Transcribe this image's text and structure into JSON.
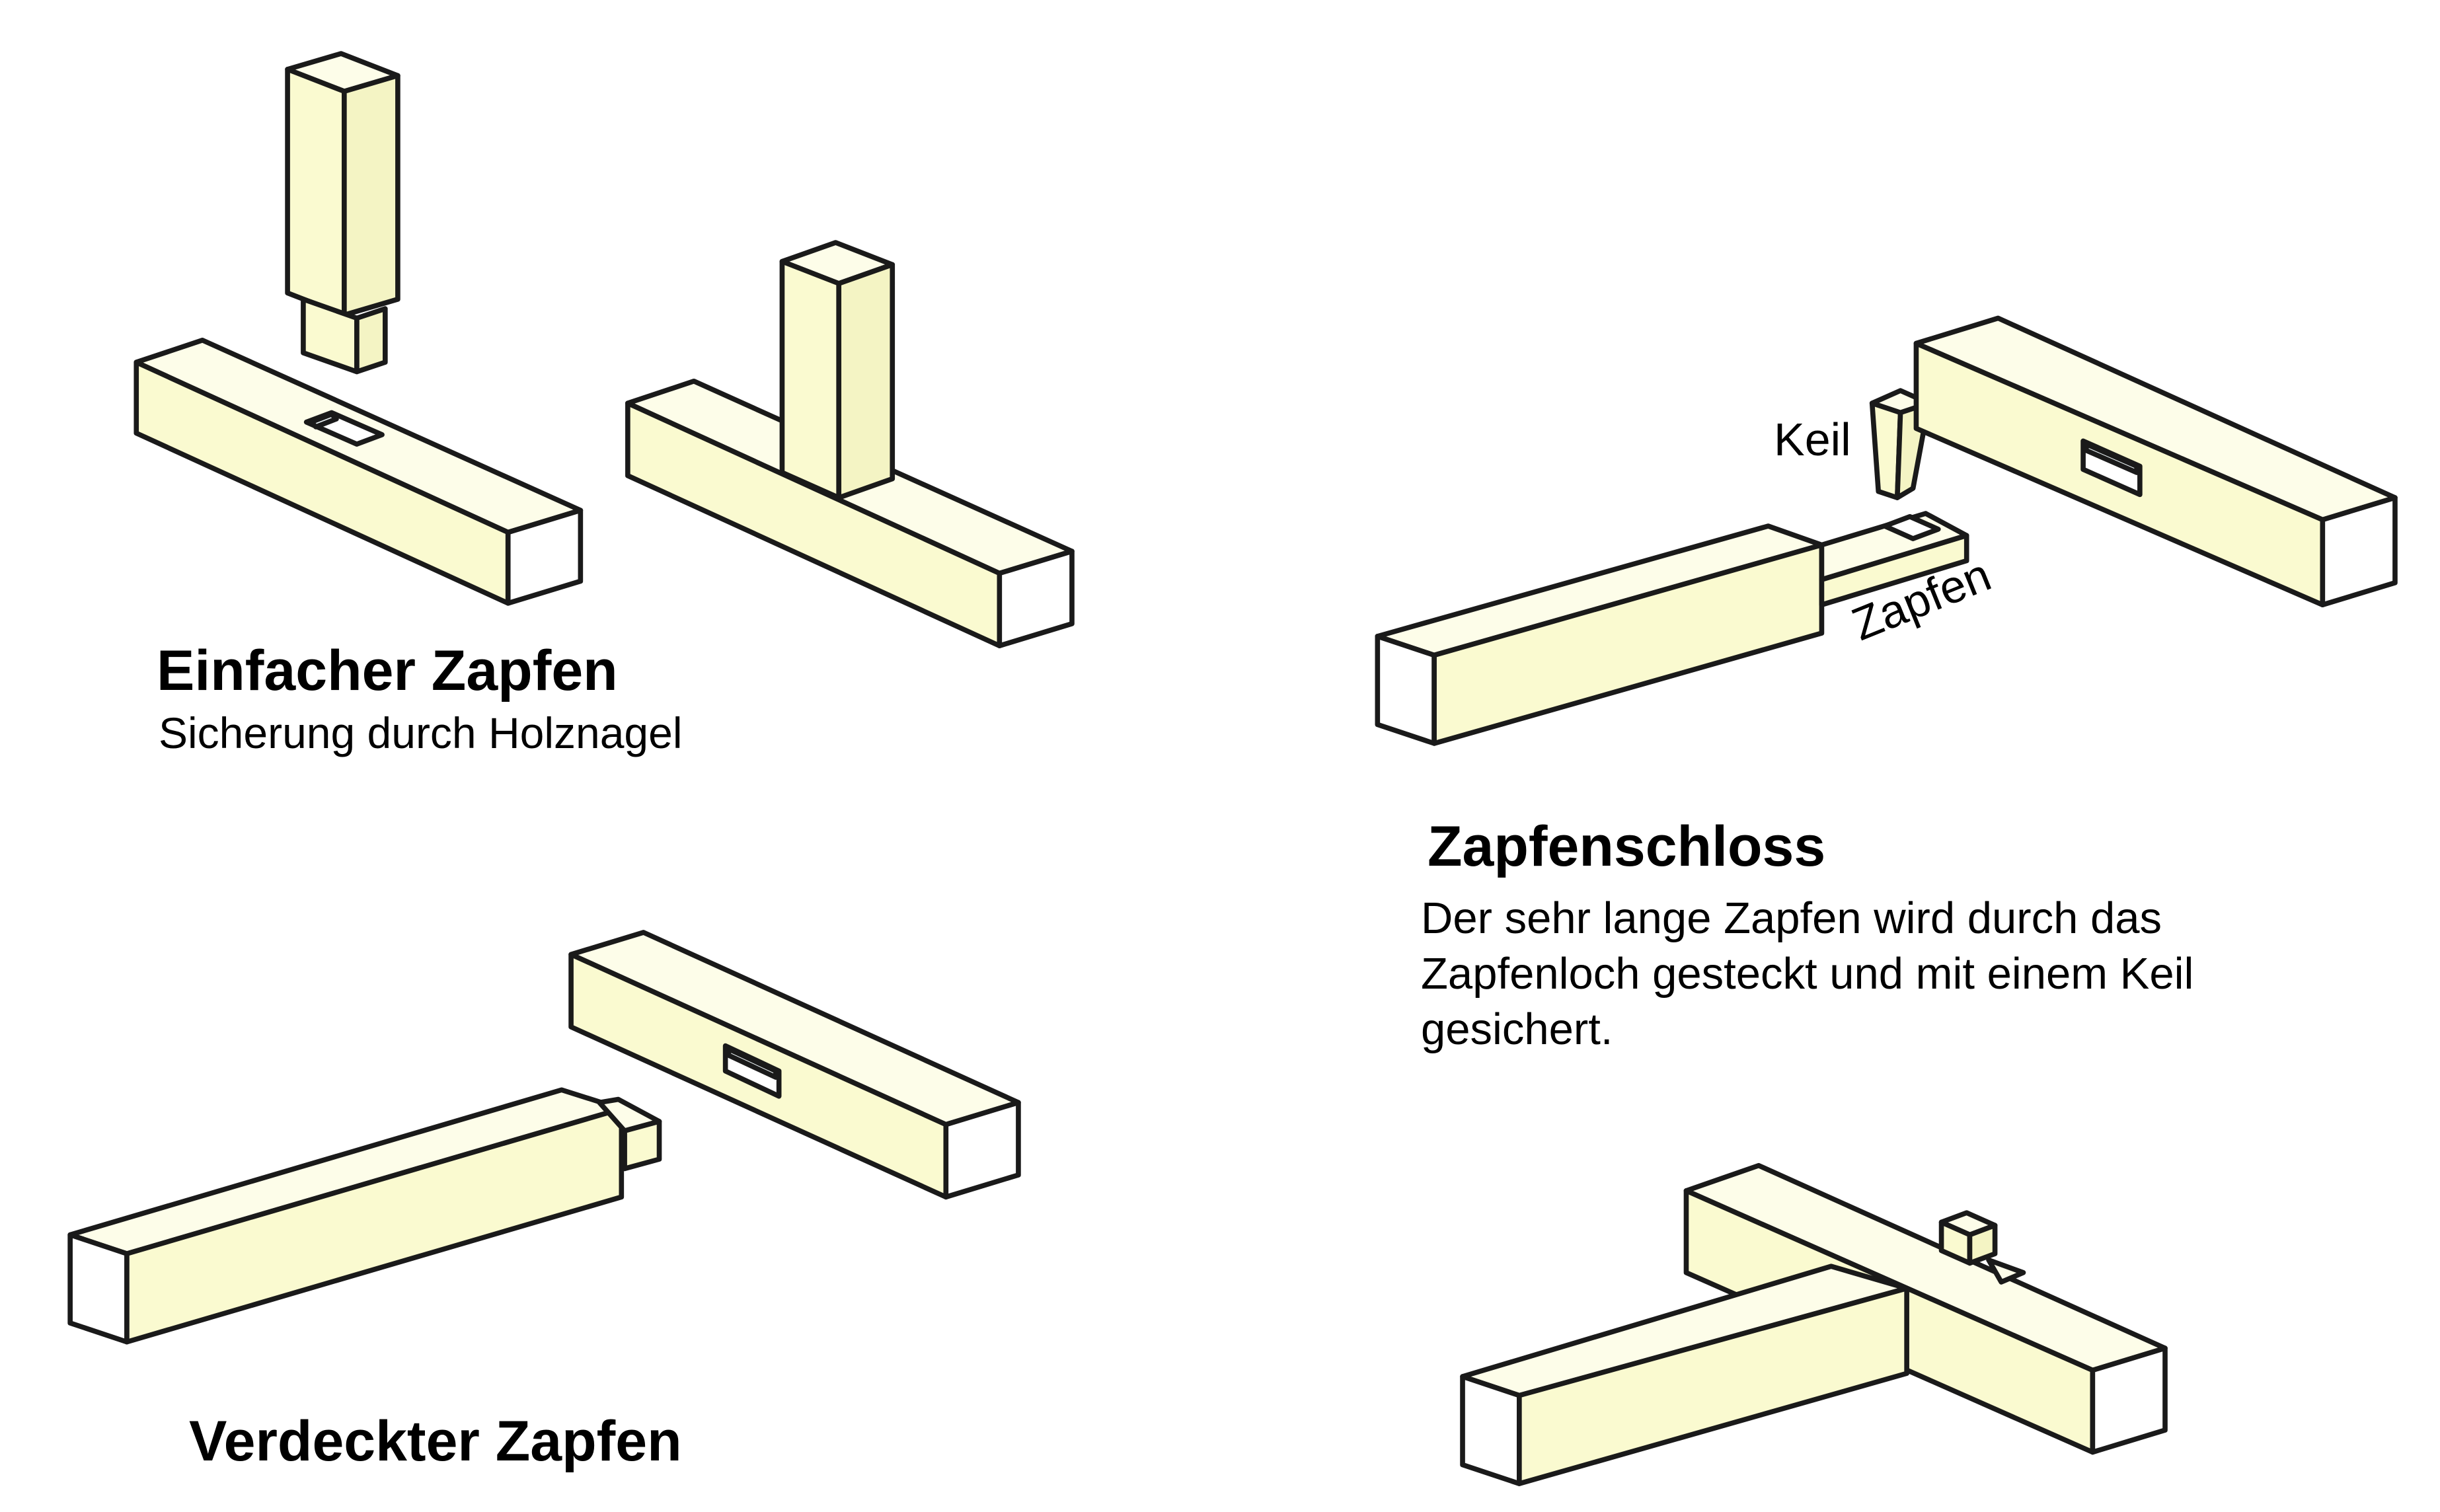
{
  "sections": {
    "einfacher": {
      "title": "Einfacher Zapfen",
      "subtitle": "Sicherung durch Holznagel"
    },
    "zapfenschloss": {
      "title": "Zapfenschloss",
      "description": "Der sehr lange Zapfen wird durch das Zapfenloch gesteckt und mit einem Keil gesichert.",
      "label_keil": "Keil",
      "label_zapfen": "Zapfen"
    },
    "verdeckter": {
      "title": "Verdeckter Zapfen"
    }
  },
  "colors": {
    "wood_top": "#fdfde9",
    "wood_side": "#fafad0",
    "cut_end": "#ffffff",
    "outline": "#1a1a1a"
  }
}
